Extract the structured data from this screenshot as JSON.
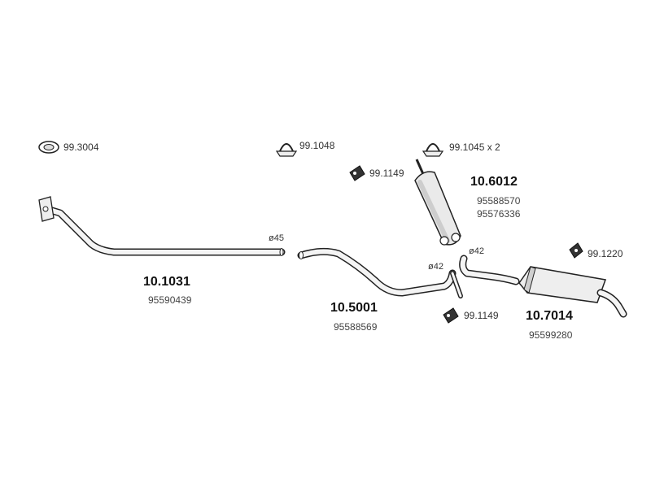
{
  "accessories": {
    "gasket": "99.3004",
    "clamp_front": "99.1048",
    "clamp_mid": "99.1045 x 2",
    "hanger_upper": "99.1149",
    "hanger_lower": "99.1149",
    "hanger_rear": "99.1220"
  },
  "parts": {
    "front_pipe": {
      "code": "10.1031",
      "oem": "95590439",
      "diameter": "ø45"
    },
    "middle_pipe": {
      "code": "10.5001",
      "oem": "95588569",
      "diameter": "ø42"
    },
    "center_muffler": {
      "code": "10.6012",
      "oem_1": "95588570",
      "oem_2": "95576336"
    },
    "rear_muffler": {
      "code": "10.7014",
      "oem": "95599280",
      "diameter": "ø42"
    }
  },
  "colors": {
    "line": "#222222",
    "fill": "#f2f2f2",
    "shade": "#cfcfcf"
  }
}
